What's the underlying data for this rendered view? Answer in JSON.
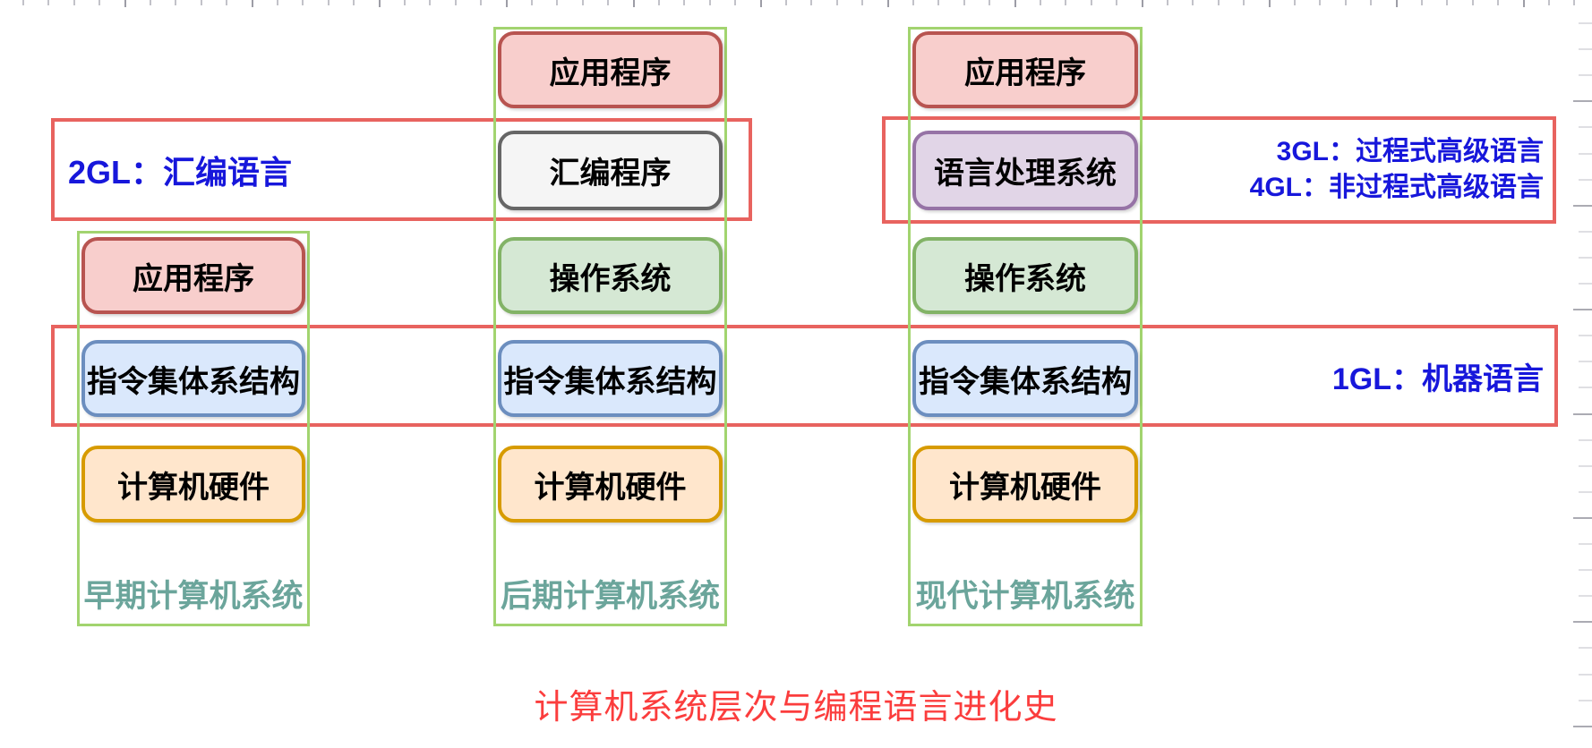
{
  "title": "计算机系统层次与编程语言进化史",
  "palette": {
    "pink": {
      "fill": "#F8CECC",
      "stroke": "#B85450"
    },
    "gray": {
      "fill": "#F5F5F5",
      "stroke": "#666666"
    },
    "green": {
      "fill": "#D5E8D4",
      "stroke": "#82B366"
    },
    "blue": {
      "fill": "#DAE8FC",
      "stroke": "#6C8EBF"
    },
    "orange": {
      "fill": "#FFE6CC",
      "stroke": "#D79B00"
    },
    "purple": {
      "fill": "#E1D5E7",
      "stroke": "#9673A6"
    },
    "band_border": "#E8635F",
    "column_border": "#A2D46F",
    "gl_label_blue": "#1717DB",
    "caption_teal": "#6BA59B",
    "title_red": "#FB3D3D"
  },
  "bands": {
    "gl2": {
      "label": "2GL：汇编语言"
    },
    "gl34": {
      "line1": "3GL：过程式高级语言",
      "line2": "4GL：非过程式高级语言"
    },
    "gl1": {
      "label": "1GL：机器语言"
    }
  },
  "columns": [
    {
      "id": "early",
      "label": "早期计算机系统",
      "boxes": [
        {
          "label": "应用程序",
          "color": "pink"
        },
        {
          "label": "指令集体系结构",
          "color": "blue"
        },
        {
          "label": "计算机硬件",
          "color": "orange"
        }
      ]
    },
    {
      "id": "later",
      "label": "后期计算机系统",
      "boxes": [
        {
          "label": "应用程序",
          "color": "pink"
        },
        {
          "label": "汇编程序",
          "color": "gray"
        },
        {
          "label": "操作系统",
          "color": "green"
        },
        {
          "label": "指令集体系结构",
          "color": "blue"
        },
        {
          "label": "计算机硬件",
          "color": "orange"
        }
      ]
    },
    {
      "id": "modern",
      "label": "现代计算机系统",
      "boxes": [
        {
          "label": "应用程序",
          "color": "pink"
        },
        {
          "label": "语言处理系统",
          "color": "purple"
        },
        {
          "label": "操作系统",
          "color": "green"
        },
        {
          "label": "指令集体系结构",
          "color": "blue"
        },
        {
          "label": "计算机硬件",
          "color": "orange"
        }
      ]
    }
  ]
}
